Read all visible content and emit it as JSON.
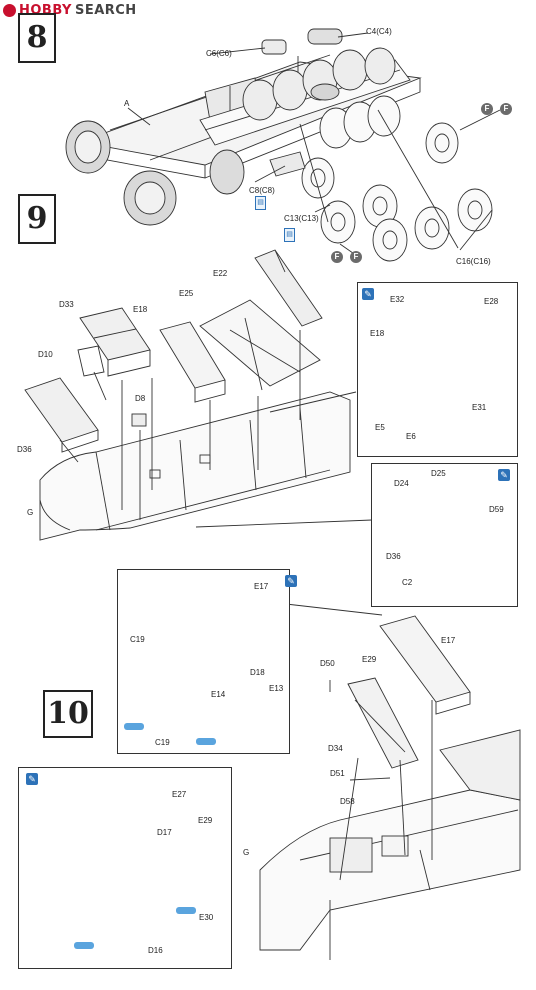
{
  "watermark": {
    "brand": "HOBBY",
    "suffix": "SEARCH"
  },
  "steps": {
    "s8": "8",
    "s9": "9",
    "s10": "10"
  },
  "icons": {
    "paint": "paint-brush-icon",
    "note": "note-icon",
    "cement": "cement-icon",
    "attach": "attach-icon"
  },
  "colors": {
    "accent": "#2d72b8",
    "watermark": "#c8102e"
  },
  "step8": {
    "labels": {
      "c4": "C4(C4)",
      "c6": "C6(C6)",
      "a": "A",
      "c8": "C8(C8)",
      "c13": "C13(C13)",
      "c16": "C16(C16)"
    },
    "badge": "F"
  },
  "step9": {
    "labels": {
      "e22": "E22",
      "e25": "E25",
      "e18": "E18",
      "d33": "D33",
      "d10": "D10",
      "d8": "D8",
      "d36": "D36",
      "g": "G"
    },
    "inset1": {
      "e32": "E32",
      "e28": "E28",
      "e18": "E18",
      "e5": "E5",
      "e31": "E31",
      "e6": "E6"
    },
    "inset2": {
      "d25": "D25",
      "d24": "D24",
      "d59": "D59",
      "d36": "D36",
      "c2": "C2"
    }
  },
  "step10": {
    "inset": {
      "e17": "E17",
      "c19": "C19",
      "d18": "D18",
      "e14": "E14",
      "e13": "E13",
      "c19b": "C19"
    },
    "labels": {
      "e17": "E17",
      "d50": "D50",
      "e29": "E29",
      "d34": "D34",
      "d51": "D51",
      "d58": "D58",
      "g": "G"
    },
    "inset2": {
      "e27": "E27",
      "d17": "D17",
      "e29": "E29",
      "e30": "E30",
      "d16": "D16"
    }
  }
}
